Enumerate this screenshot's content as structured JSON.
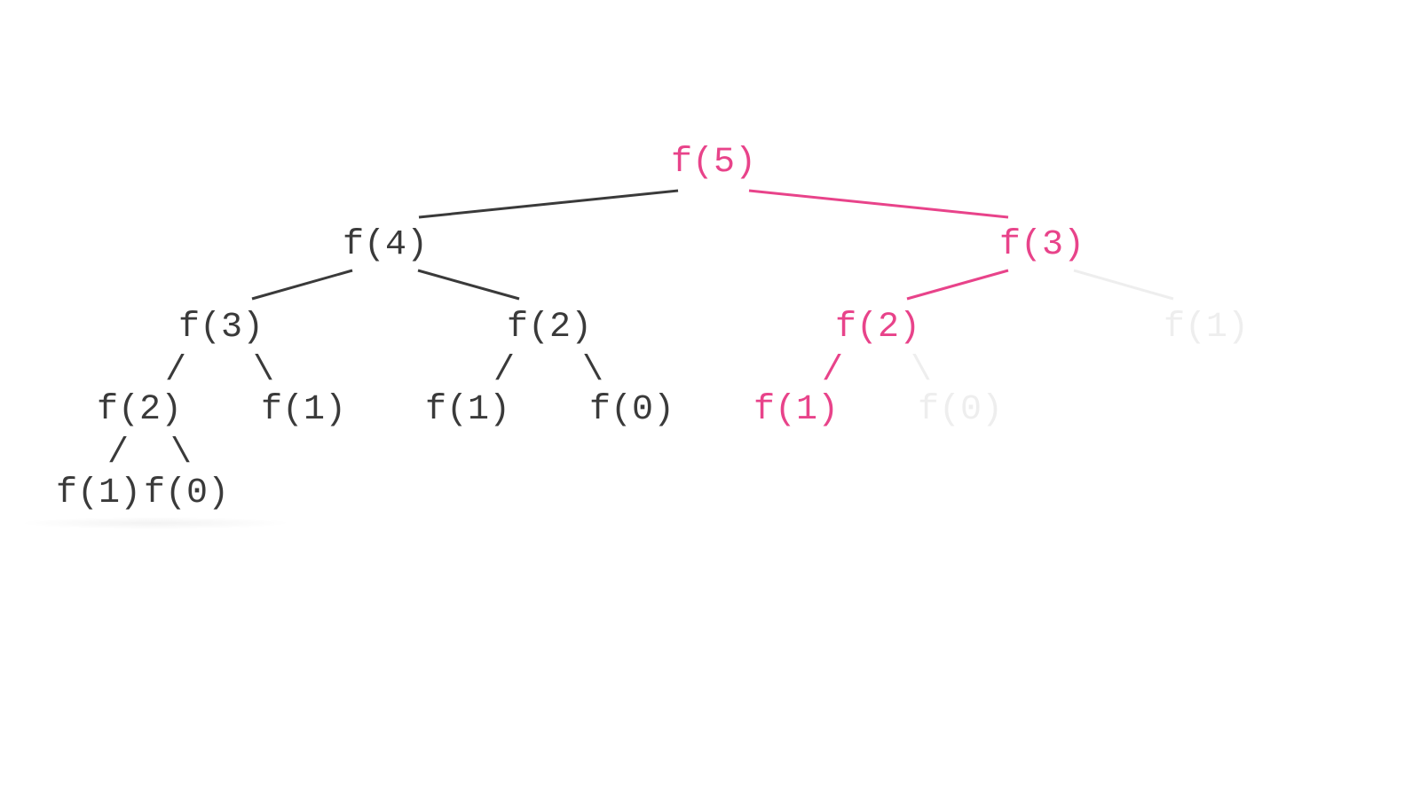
{
  "colors": {
    "normal": "#3a3a3a",
    "highlight": "#e8438a",
    "faded": "#eeeeee"
  },
  "nodes": {
    "root": {
      "label": "f(5)",
      "state": "highlight"
    },
    "l1_left": {
      "label": "f(4)",
      "state": "normal"
    },
    "l1_right": {
      "label": "f(3)",
      "state": "highlight"
    },
    "l2_a": {
      "label": "f(3)",
      "state": "normal"
    },
    "l2_b": {
      "label": "f(2)",
      "state": "normal"
    },
    "l2_c": {
      "label": "f(2)",
      "state": "highlight"
    },
    "l2_d": {
      "label": "f(1)",
      "state": "faded"
    },
    "l3_a": {
      "label": "f(2)",
      "state": "normal"
    },
    "l3_b": {
      "label": "f(1)",
      "state": "normal"
    },
    "l3_c": {
      "label": "f(1)",
      "state": "normal"
    },
    "l3_d": {
      "label": "f(0)",
      "state": "normal"
    },
    "l3_e": {
      "label": "f(1)",
      "state": "highlight"
    },
    "l3_f": {
      "label": "f(0)",
      "state": "faded"
    },
    "l4_a": {
      "label": "f(1)",
      "state": "normal"
    },
    "l4_b": {
      "label": "f(0)",
      "state": "normal"
    }
  },
  "edges": {
    "slash": "/",
    "backslash": "\\"
  }
}
